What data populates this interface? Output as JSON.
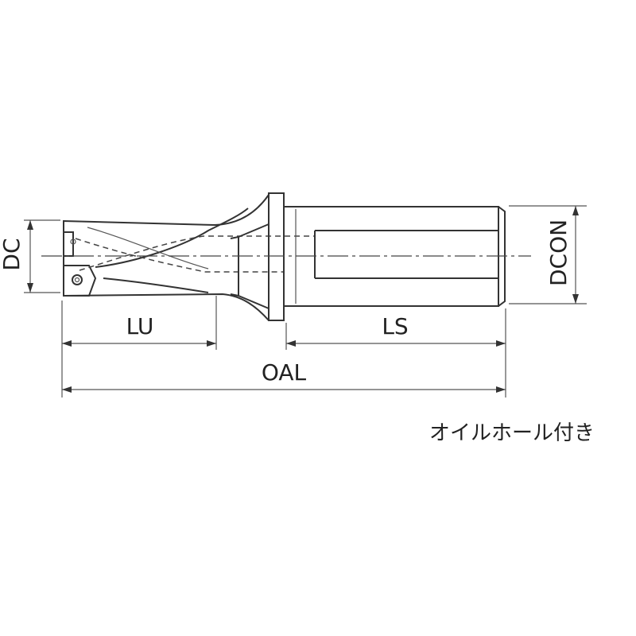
{
  "dimensions": {
    "dc": "DC",
    "dcon": "DCON",
    "lu": "LU",
    "ls": "LS",
    "oal": "OAL"
  },
  "note": "オイルホール付き",
  "colors": {
    "line": "#333333",
    "text": "#222222",
    "background": "#ffffff"
  }
}
